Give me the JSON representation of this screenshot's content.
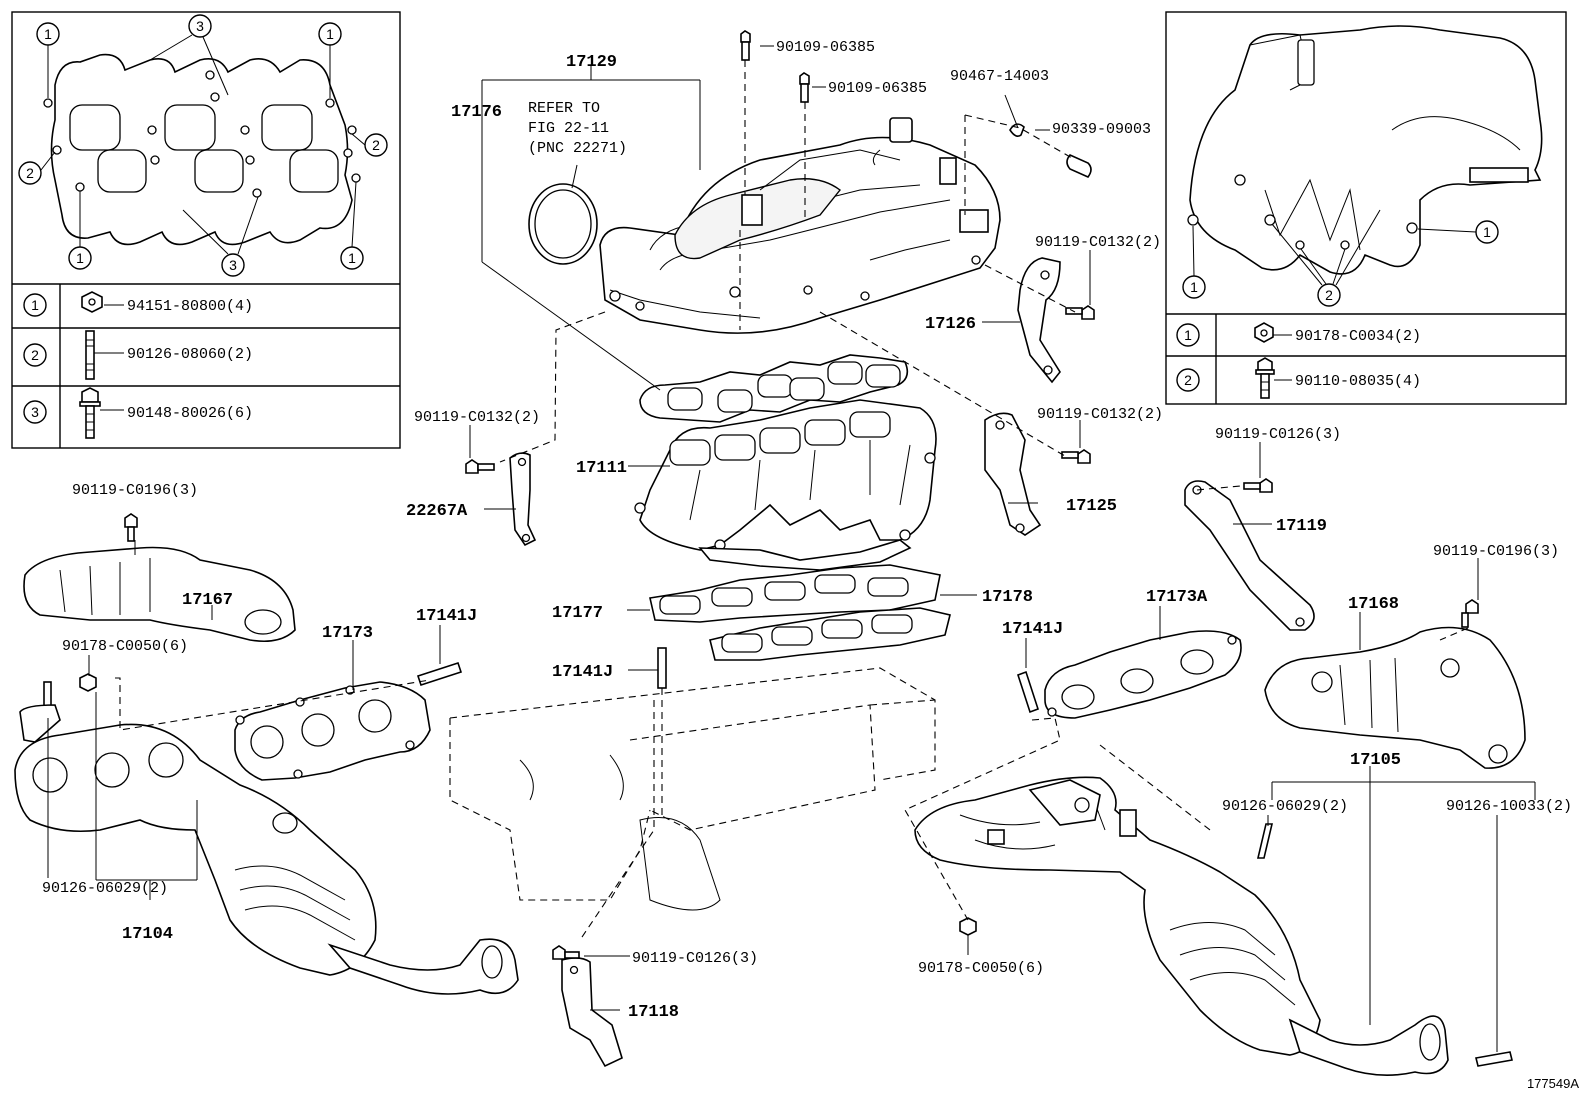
{
  "diagram": {
    "figure_id": "177549A",
    "refer_note": [
      "REFER TO",
      "FIG 22-11",
      "(PNC 22271)"
    ]
  },
  "parts": {
    "p17129": "17129",
    "p17176": "17176",
    "p17111": "17111",
    "p17126": "17126",
    "p17125": "17125",
    "p17119": "17119",
    "p22267A": "22267A",
    "p17167": "17167",
    "p17173": "17173",
    "p17141J_a": "17141J",
    "p17141J_b": "17141J",
    "p17141J_c": "17141J",
    "p17177": "17177",
    "p17178": "17178",
    "p17173A": "17173A",
    "p17168": "17168",
    "p17105": "17105",
    "p17104": "17104",
    "p17118": "17118",
    "b90109_a": "90109-06385",
    "b90109_b": "90109-06385",
    "b90467": "90467-14003",
    "b90339": "90339-09003",
    "b90119C0132_a": "90119-C0132(2)",
    "b90119C0132_b": "90119-C0132(2)",
    "b90119C0132_c": "90119-C0132(2)",
    "b90119C0126_a": "90119-C0126(3)",
    "b90119C0126_b": "90119-C0126(3)",
    "b90119C0196_a": "90119-C0196(3)",
    "b90119C0196_b": "90119-C0196(3)",
    "b90178C0050_a": "90178-C0050(6)",
    "b90178C0050_b": "90178-C0050(6)",
    "b90126_06029_a": "90126-06029(2)",
    "b90126_06029_b": "90126-06029(2)",
    "b90126_10033": "90126-10033(2)"
  },
  "left_inset": {
    "callouts": [
      "1",
      "2",
      "3"
    ],
    "legend": [
      {
        "key": "1",
        "part": "94151-80800(4)",
        "icon": "flange-nut-icon"
      },
      {
        "key": "2",
        "part": "90126-08060(2)",
        "icon": "stud-bolt-icon"
      },
      {
        "key": "3",
        "part": "90148-80026(6)",
        "icon": "flange-bolt-icon"
      }
    ]
  },
  "right_inset": {
    "callouts": [
      "1",
      "2"
    ],
    "legend": [
      {
        "key": "1",
        "part": "90178-C0034(2)",
        "icon": "flange-nut-icon"
      },
      {
        "key": "2",
        "part": "90110-08035(4)",
        "icon": "flange-bolt-icon"
      }
    ]
  }
}
